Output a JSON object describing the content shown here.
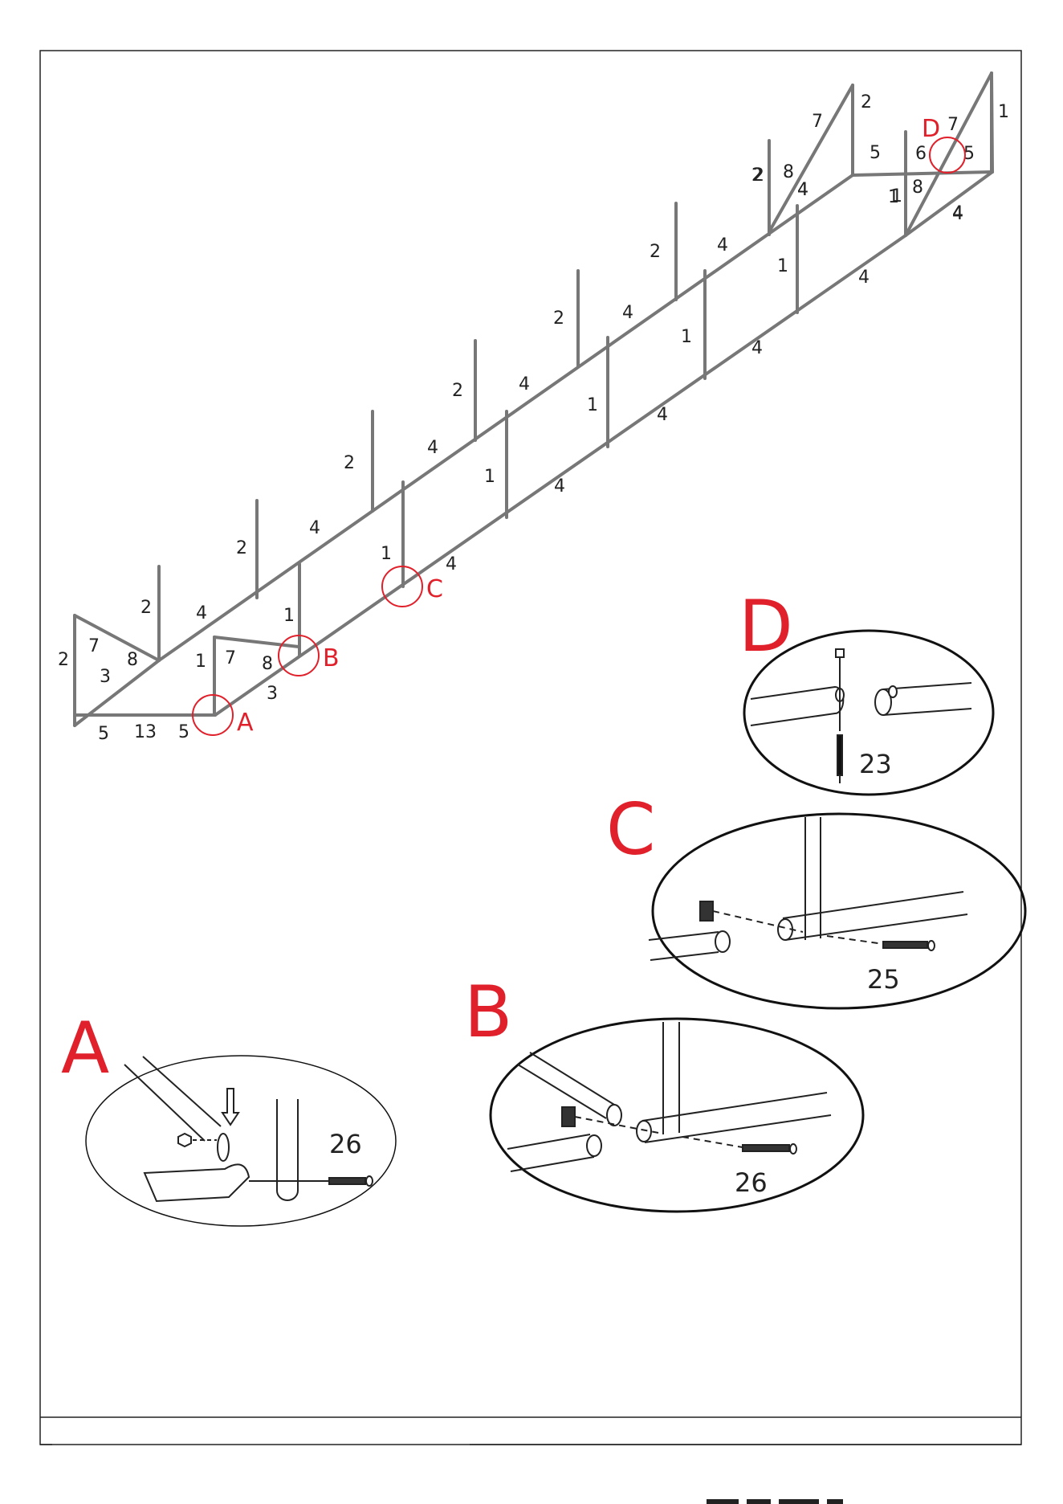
{
  "colors": {
    "accent": "#e0202a",
    "ink": "#222222",
    "frame": "#777777"
  },
  "frame_labels": {
    "fl_2a": "2",
    "fl_7a": "7",
    "fl_8a": "8",
    "fl_3a": "3",
    "fl_5a": "5",
    "fl_13": "13",
    "fl_5b": "5",
    "fl_1a": "1",
    "fl_7b": "7",
    "fl_8b": "8",
    "fl_3b": "3",
    "fl_2b": "2",
    "fl_4a": "4",
    "fl_1b": "1",
    "fl_2c": "2",
    "fl_4b": "4",
    "fl_1c": "1",
    "fl_4c": "4",
    "fl_2d": "2",
    "fl_4d": "4",
    "fl_1d": "1",
    "fl_4e": "4",
    "fl_2e": "2",
    "fl_4f": "4",
    "fl_1e": "1",
    "fl_4g": "4",
    "fl_2f": "2",
    "fl_4h": "4",
    "fl_1f": "1",
    "fl_4i": "4",
    "fl_2g": "2",
    "fl_4j": "4",
    "fl_1g": "1",
    "fl_4k": "4",
    "fl_2h": "2",
    "fl_4l": "4",
    "fl_1h": "1",
    "fl_4m": "4",
    "fl_7c": "7",
    "fl_2i": "2",
    "fl_8c": "8",
    "fl_4n": "4",
    "fl_2j": "2",
    "fl_5c": "5",
    "fl_1i": "1",
    "fl_8d": "8",
    "fl_7d": "7",
    "fl_6": "6",
    "fl_5d": "5",
    "fl_1j": "1",
    "fl_4o": "4"
  },
  "callouts": {
    "A": "A",
    "B": "B",
    "C": "C",
    "D": "D"
  },
  "details": {
    "A": {
      "letter": "A",
      "part": "26"
    },
    "B": {
      "letter": "B",
      "part": "26"
    },
    "C": {
      "letter": "C",
      "part": "25"
    },
    "D": {
      "letter": "D",
      "part": "23"
    }
  }
}
